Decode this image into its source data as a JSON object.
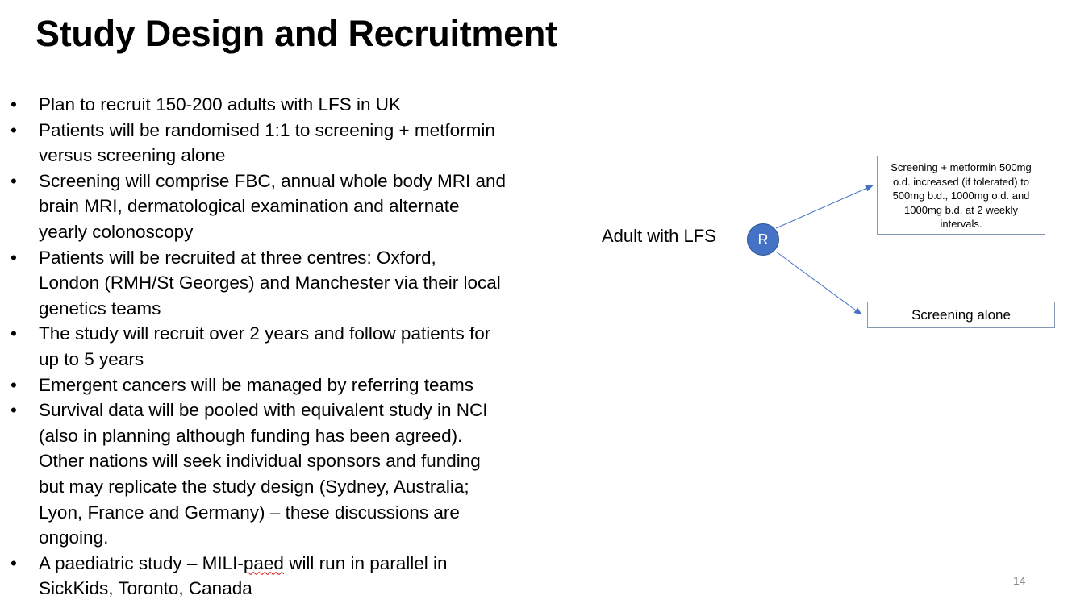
{
  "title": "Study Design and Recruitment",
  "bullets": [
    {
      "lines": [
        "Plan to recruit 150-200 adults with LFS in UK"
      ]
    },
    {
      "lines": [
        "Patients will be randomised 1:1 to screening + metformin",
        "versus screening alone"
      ]
    },
    {
      "lines": [
        "Screening will comprise FBC, annual whole body MRI and",
        "brain MRI, dermatological examination and alternate",
        "yearly colonoscopy"
      ]
    },
    {
      "lines": [
        "Patients will be recruited at three centres: Oxford,",
        "London (RMH/St Georges) and Manchester via their local",
        "genetics teams"
      ]
    },
    {
      "lines": [
        "The study will recruit over 2 years and follow patients for",
        "up to 5 years"
      ]
    },
    {
      "lines": [
        "Emergent cancers will be managed by referring teams"
      ]
    },
    {
      "lines": [
        "Survival data will be pooled with equivalent study in NCI",
        "(also in planning although funding has been agreed).",
        "Other nations will seek individual sponsors and funding",
        "but may replicate the study design (Sydney, Australia;",
        "Lyon, France and Germany) – these discussions are",
        "ongoing."
      ]
    },
    {
      "lines": [
        "A paediatric study – MILI-paed will run in parallel in",
        "SickKids, Toronto, Canada"
      ]
    }
  ],
  "diagram": {
    "source_label": "Adult with LFS",
    "randomisation_label": "R",
    "arm1": [
      "Screening + metformin 500mg",
      "o.d. increased (if tolerated) to",
      "500mg b.d., 1000mg o.d. and",
      "1000mg b.d. at 2 weekly",
      "intervals."
    ],
    "arm2": "Screening alone",
    "colors": {
      "node": "#4472c4",
      "arrow": "#4472c4",
      "box_border": "#8497b0"
    }
  },
  "page_number": "14"
}
